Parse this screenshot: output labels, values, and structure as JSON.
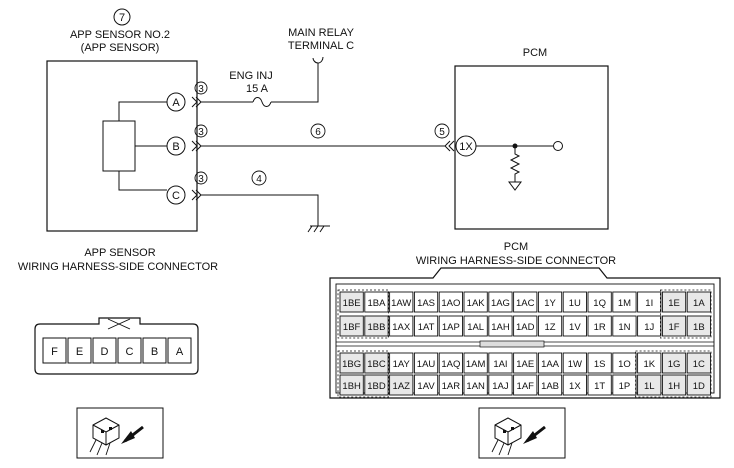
{
  "top_callout": "7",
  "app_sensor": {
    "title_line1": "APP SENSOR NO.2",
    "title_line2": "(APP SENSOR)",
    "pins": [
      "A",
      "B",
      "C"
    ],
    "harness_no": [
      "3",
      "3",
      "3"
    ]
  },
  "main_relay": {
    "line1": "MAIN RELAY",
    "line2": "TERMINAL C"
  },
  "fuse": {
    "line1": "ENG INJ",
    "line2": "15 A"
  },
  "wire_callouts": {
    "signal": "6",
    "ground": "4",
    "pcm_in": "5"
  },
  "pcm": {
    "title": "PCM",
    "terminal": "1X"
  },
  "app_connector": {
    "title_line1": "APP SENSOR",
    "title_line2": "WIRING HARNESS-SIDE CONNECTOR",
    "pins": [
      "F",
      "E",
      "D",
      "C",
      "B",
      "A"
    ]
  },
  "pcm_connector": {
    "title_line1": "PCM",
    "title_line2": "WIRING HARNESS-SIDE CONNECTOR",
    "rows": [
      [
        "1BE",
        "1BA",
        "1AW",
        "1AS",
        "1AO",
        "1AK",
        "1AG",
        "1AC",
        "1Y",
        "1U",
        "1Q",
        "1M",
        "1I",
        "1E",
        "1A"
      ],
      [
        "1BF",
        "1BB",
        "1AX",
        "1AT",
        "1AP",
        "1AL",
        "1AH",
        "1AD",
        "1Z",
        "1V",
        "1R",
        "1N",
        "1J",
        "1F",
        "1B"
      ],
      [
        "1BG",
        "1BC",
        "1AY",
        "1AU",
        "1AQ",
        "1AM",
        "1AI",
        "1AE",
        "1AA",
        "1W",
        "1S",
        "1O",
        "1K",
        "1G",
        "1C"
      ],
      [
        "1BH",
        "1BD",
        "1AZ",
        "1AV",
        "1AR",
        "1AN",
        "1AJ",
        "1AF",
        "1AB",
        "1X",
        "1T",
        "1P",
        "1L",
        "1H",
        "1D"
      ]
    ]
  }
}
